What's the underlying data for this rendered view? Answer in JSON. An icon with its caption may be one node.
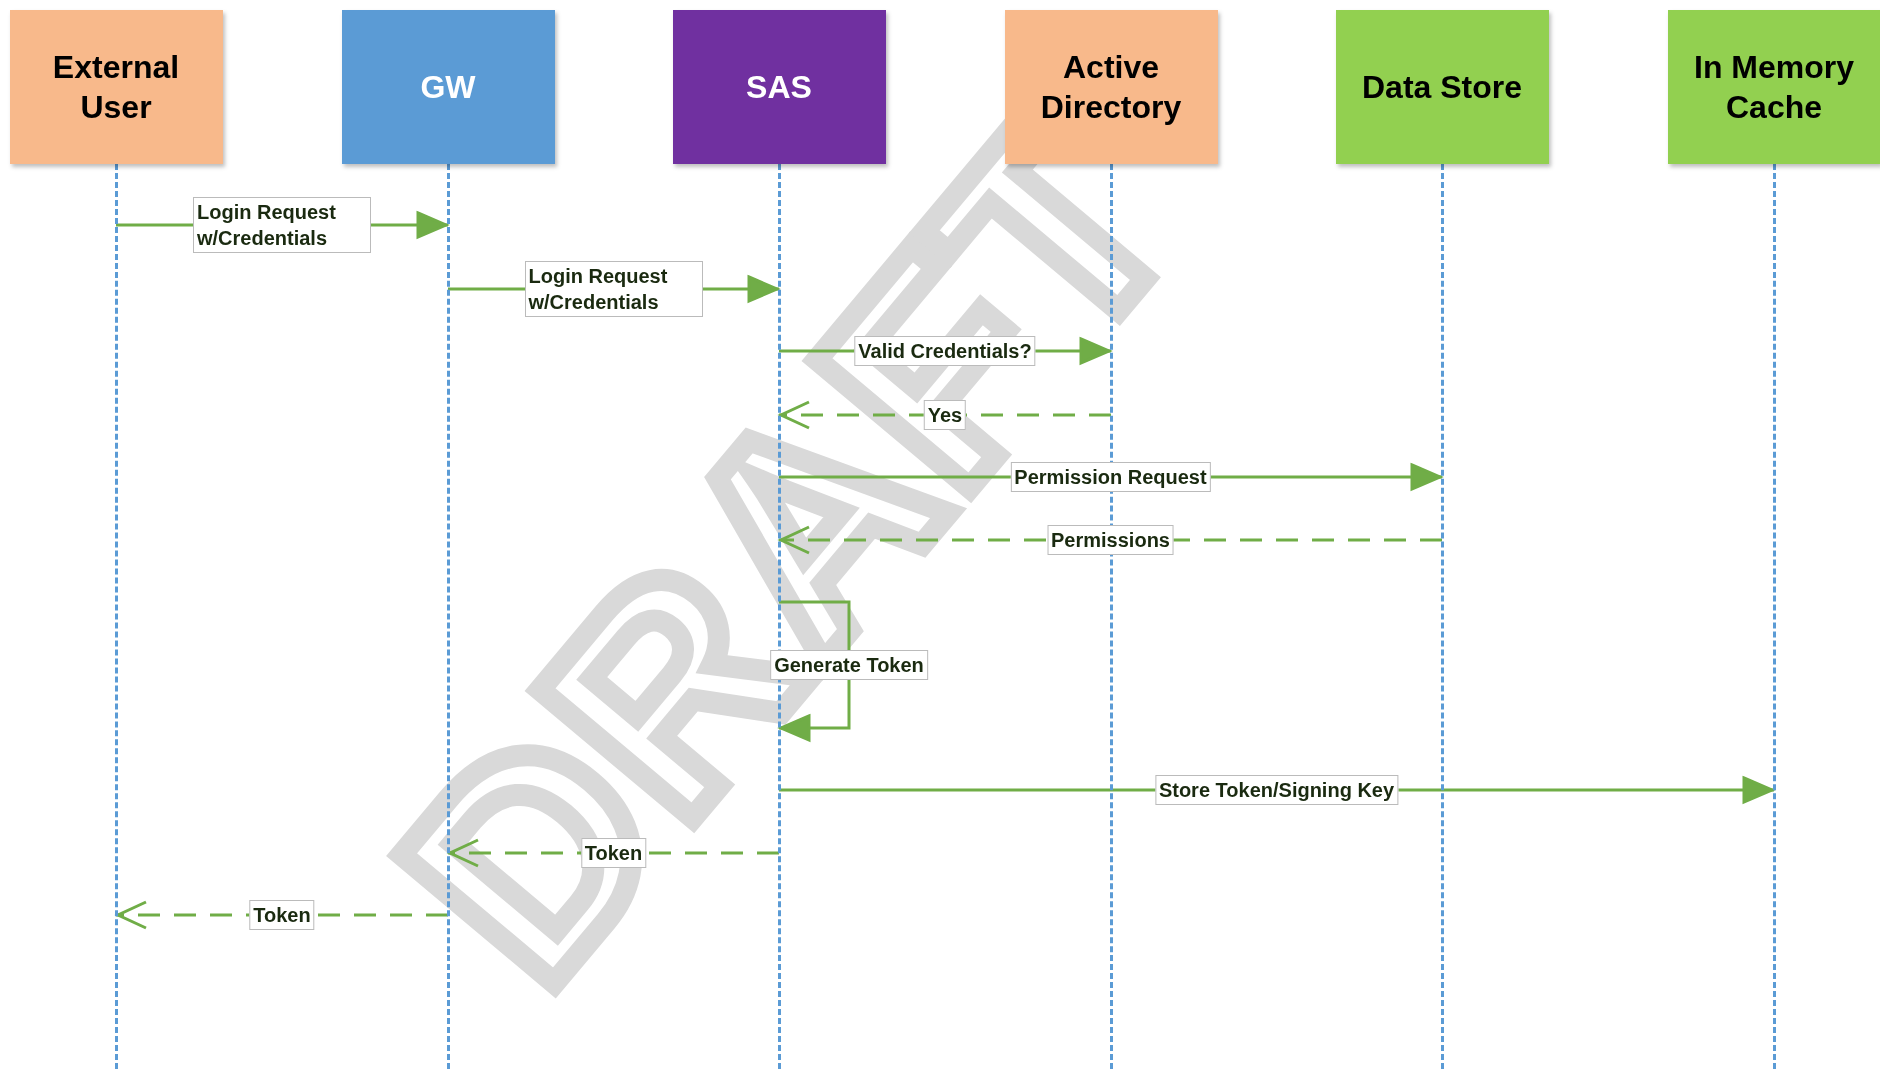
{
  "diagram": {
    "nodes": [
      {
        "text": [
          "External User"
        ]
      },
      {
        "text": [
          "GW"
        ]
      },
      {
        "text": [
          "SAS"
        ]
      },
      {
        "text": [
          "Active Directory"
        ]
      },
      {
        "text": [
          "Data Store"
        ]
      },
      {
        "text": [
          "In Memory Cache"
        ]
      }
    ],
    "edges": [
      {
        "from": 0,
        "to": 1,
        "arrow": "to",
        "label": "Login Request w/Credentials"
      },
      {
        "from": 1,
        "to": 2,
        "arrow": "to",
        "label": "Login Request w/Credentials"
      },
      {
        "from": 2,
        "to": 3,
        "arrow": "to",
        "label": "Valid Credentials?"
      },
      {
        "from": 3,
        "to": 2,
        "arrow": "to",
        "label": "Yes",
        "style": "dashed"
      },
      {
        "from": 2,
        "to": 4,
        "arrow": "to",
        "label": "Permission Request"
      },
      {
        "from": 4,
        "to": 2,
        "arrow": "to",
        "label": "Permissions",
        "style": "dashed"
      },
      {
        "from": 2,
        "to": 2,
        "arrow": "to",
        "label": "Generate Token"
      },
      {
        "from": 2,
        "to": 5,
        "arrow": "to",
        "label": "Store Token/Signing Key"
      },
      {
        "from": 2,
        "to": 1,
        "arrow": "to",
        "label": "Token",
        "style": "dashed"
      },
      {
        "from": 1,
        "to": 0,
        "arrow": "to",
        "label": "Token",
        "style": "dashed"
      }
    ],
    "labels": [
      "DRAFT"
    ]
  }
}
